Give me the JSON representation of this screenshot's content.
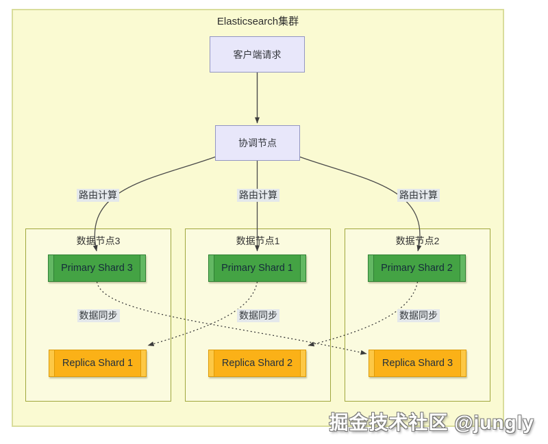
{
  "diagram": {
    "title": "Elasticsearch集群",
    "client_request": "客户端请求",
    "coordinator": "协调节点",
    "routing_labels": [
      "路由计算",
      "路由计算",
      "路由计算"
    ],
    "data_nodes": [
      {
        "title": "数据节点3",
        "primary_shard": "Primary Shard 3",
        "sync_label": "数据同步",
        "replica_shard": "Replica Shard 1"
      },
      {
        "title": "数据节点1",
        "primary_shard": "Primary Shard 1",
        "sync_label": "数据同步",
        "replica_shard": "Replica Shard 2"
      },
      {
        "title": "数据节点2",
        "primary_shard": "Primary Shard 2",
        "sync_label": "数据同步",
        "replica_shard": "Replica Shard 3"
      }
    ],
    "watermark": "掘金技术社区 @jungly",
    "colors": {
      "canvas_background": "#FAFAD2",
      "node_container_background": "#FBFBDF",
      "container_border": "#9FA63B",
      "outer_border": "#D9DD9B",
      "flow_box_fill": "#E8E7FA",
      "flow_box_border": "#9295C2",
      "primary_shard_fill": "#44A344",
      "primary_shard_border": "#2E8033",
      "replica_shard_fill": "#FBB117",
      "replica_shard_border": "#DD9A07",
      "edge_label_background": "#E4E8EB",
      "line_color": "#3c3c3c"
    }
  }
}
